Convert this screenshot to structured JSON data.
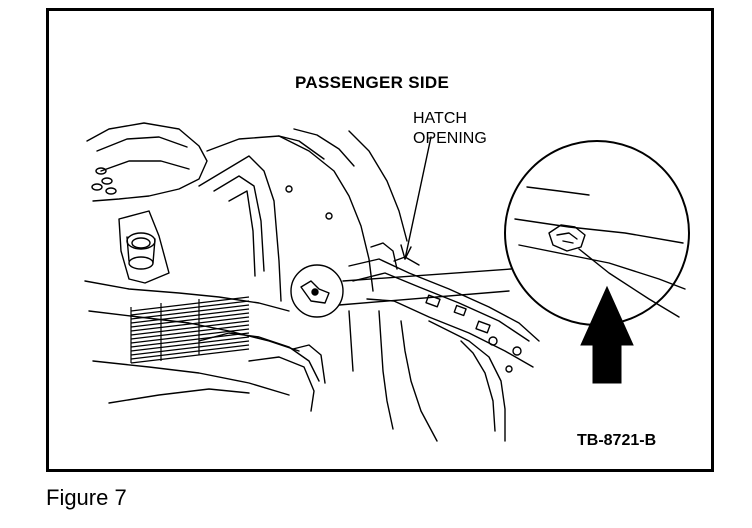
{
  "figure": {
    "title": "PASSENGER SIDE",
    "callout_line_1": "HATCH",
    "callout_line_2": "OPENING",
    "drawing_code": "TB-8721-B"
  },
  "caption": "Figure 7"
}
